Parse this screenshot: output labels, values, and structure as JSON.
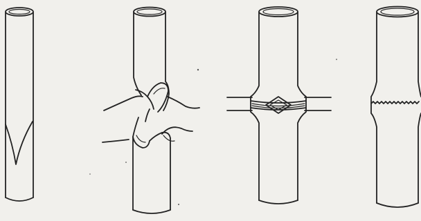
{
  "figure": {
    "stages": [
      {
        "id": "stage-1",
        "depicts": "tube-with-pointed-cut-end"
      },
      {
        "id": "stage-2",
        "depicts": "two-tube-ends-bent-and-threaded"
      },
      {
        "id": "stage-3",
        "depicts": "tube-ends-joined-with-thread-wrapping"
      },
      {
        "id": "stage-4",
        "depicts": "finished-tube-with-serrated-joint"
      }
    ],
    "colors": {
      "ink": "#222222",
      "paper": "#f1f0ec"
    }
  }
}
